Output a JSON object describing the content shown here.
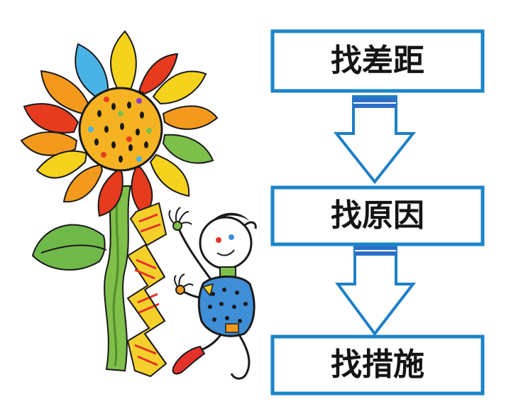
{
  "flow": {
    "steps": [
      {
        "label": "找差距"
      },
      {
        "label": "找原因"
      },
      {
        "label": "找措施"
      }
    ]
  },
  "colors": {
    "box_border": "#1a84c9",
    "arrow_stroke": "#1e7fc4",
    "arrow_band": "#2e6fc8",
    "text": "#141414",
    "petal_red": "#e63b1e",
    "petal_orange": "#f39a1e",
    "petal_yellow": "#f5d21b",
    "petal_green": "#7cc04a",
    "petal_blue": "#4ab3e6",
    "stem_green": "#7fbf4a",
    "leaf_green": "#6fb84a",
    "head_yellow": "#f5b324",
    "body_blue": "#3f8ed8",
    "ladder_yellow": "#f6d02a",
    "ladder_red": "#e4322b",
    "foot_red": "#e4322b"
  },
  "illustration": {
    "icons": [
      "sunflower-icon",
      "leaf-icon",
      "ladder-icon",
      "climbing-person-icon"
    ]
  }
}
